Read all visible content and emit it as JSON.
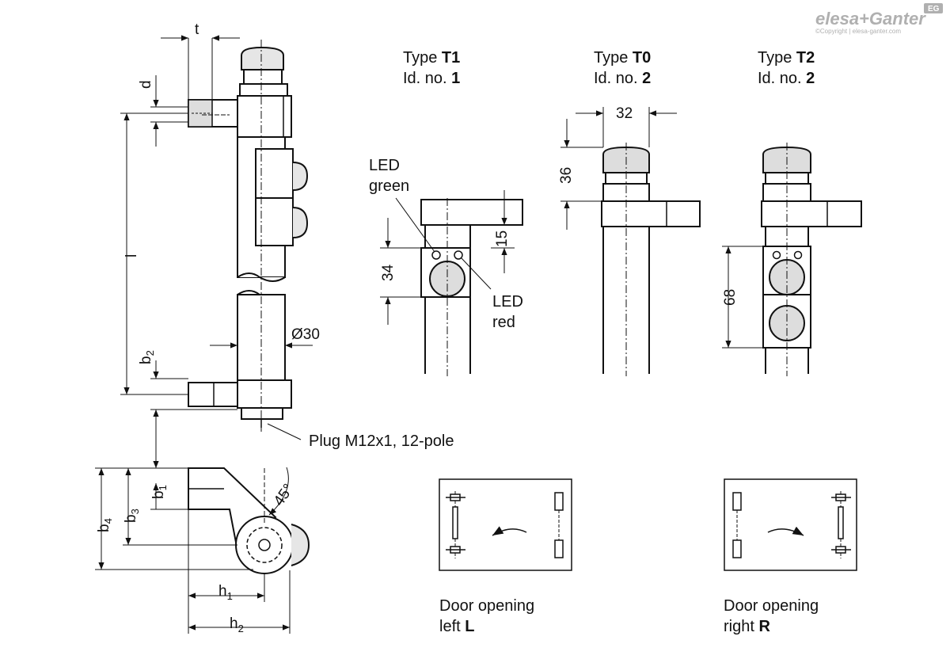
{
  "brand": {
    "logo_text": "elesa+Ganter",
    "badge_text": "EG",
    "copyright": "©Copyright | elesa-ganter.com"
  },
  "dimensions": {
    "t": "t",
    "d": "d",
    "l": "l",
    "b2": "b",
    "b2_sub": "2",
    "dia": "Ø30",
    "b1": "b",
    "b1_sub": "1",
    "b3": "b",
    "b3_sub": "3",
    "b4": "b",
    "b4_sub": "4",
    "h1": "h",
    "h1_sub": "1",
    "h2": "h",
    "h2_sub": "2",
    "angle": "45°",
    "d15": "15",
    "d34": "34",
    "d32": "32",
    "d36": "36",
    "d68": "68"
  },
  "labels": {
    "plug": "Plug M12x1, 12-pole",
    "led_green_1": "LED",
    "led_green_2": "green",
    "led_red_1": "LED",
    "led_red_2": "red"
  },
  "types": [
    {
      "type_prefix": "Type ",
      "type_code": "T1",
      "id_prefix": "Id. no. ",
      "id_no": "1"
    },
    {
      "type_prefix": "Type ",
      "type_code": "T0",
      "id_prefix": "Id. no. ",
      "id_no": "2"
    },
    {
      "type_prefix": "Type ",
      "type_code": "T2",
      "id_prefix": "Id. no. ",
      "id_no": "2"
    }
  ],
  "door_opening": [
    {
      "line1": "Door opening",
      "line2_prefix": "left ",
      "line2_code": "L"
    },
    {
      "line1": "Door opening",
      "line2_prefix": "right ",
      "line2_code": "R"
    }
  ]
}
